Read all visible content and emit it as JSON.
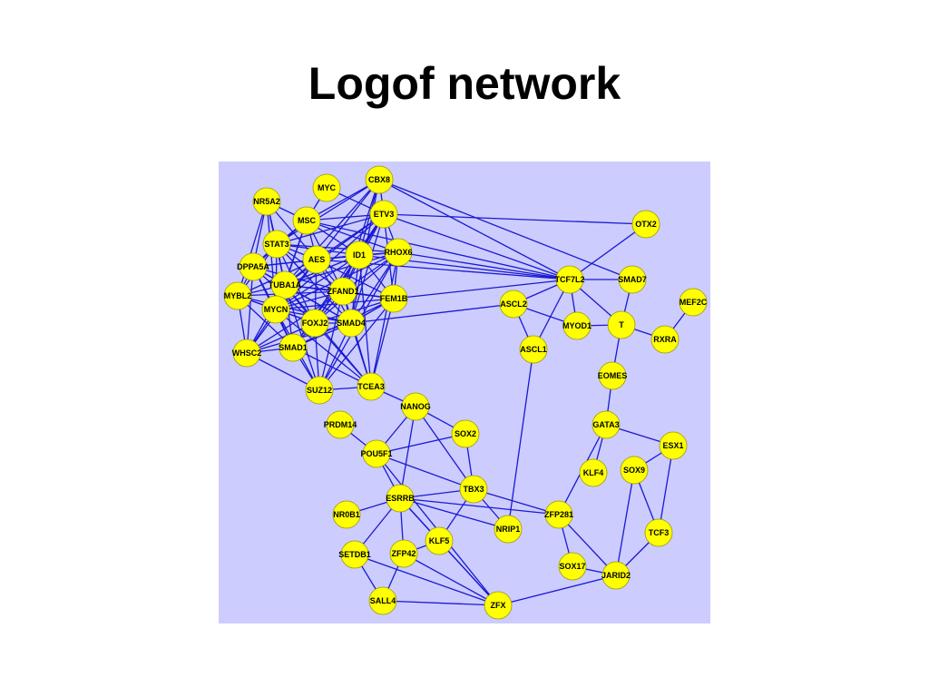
{
  "slide": {
    "title": "Logof network"
  },
  "colors": {
    "panel_background": "#ccccff",
    "edge": "#1a1ad0",
    "node_fill": "#ffff00"
  },
  "network": {
    "nodes": [
      "CBX8",
      "MYC",
      "NR5A2",
      "MSC",
      "ETV3",
      "STAT3",
      "AES",
      "ID1",
      "RHOX6",
      "DPPA5A",
      "TUBA1A",
      "ZFAND1",
      "MYBL2",
      "FEM1B",
      "MYCN",
      "FOXJ2",
      "SMAD4",
      "SMAD1",
      "WHSC2",
      "SUZ12",
      "TCEA3",
      "OTX2",
      "TCF7L2",
      "SMAD7",
      "MEF2C",
      "ASCL2",
      "MYOD1",
      "T",
      "RXRA",
      "ASCL1",
      "EOMES",
      "NANOG",
      "PRDM14",
      "SOX2",
      "GATA3",
      "ESX1",
      "POU5F1",
      "KLF4",
      "SOX9",
      "TBX3",
      "ESRRB",
      "NR0B1",
      "ZFP281",
      "NRIP1",
      "TCF3",
      "KLF5",
      "SETDB1",
      "ZFP42",
      "SOX17",
      "JARID2",
      "SALL4",
      "ZFX"
    ],
    "edges": [
      [
        "CBX8",
        "ETV3"
      ],
      [
        "CBX8",
        "MSC"
      ],
      [
        "CBX8",
        "AES"
      ],
      [
        "CBX8",
        "ID1"
      ],
      [
        "CBX8",
        "STAT3"
      ],
      [
        "CBX8",
        "ZFAND1"
      ],
      [
        "CBX8",
        "TCF7L2"
      ],
      [
        "CBX8",
        "SMAD7"
      ],
      [
        "CBX8",
        "TUBA1A"
      ],
      [
        "CBX8",
        "SMAD4"
      ],
      [
        "MYC",
        "MSC"
      ],
      [
        "MYC",
        "ETV3"
      ],
      [
        "NR5A2",
        "MSC"
      ],
      [
        "NR5A2",
        "STAT3"
      ],
      [
        "NR5A2",
        "DPPA5A"
      ],
      [
        "NR5A2",
        "MYBL2"
      ],
      [
        "NR5A2",
        "TUBA1A"
      ],
      [
        "NR5A2",
        "MYCN"
      ],
      [
        "NR5A2",
        "AES"
      ],
      [
        "MSC",
        "ETV3"
      ],
      [
        "MSC",
        "STAT3"
      ],
      [
        "MSC",
        "AES"
      ],
      [
        "MSC",
        "ID1"
      ],
      [
        "MSC",
        "DPPA5A"
      ],
      [
        "MSC",
        "TUBA1A"
      ],
      [
        "MSC",
        "MYCN"
      ],
      [
        "MSC",
        "RHOX6"
      ],
      [
        "MSC",
        "ZFAND1"
      ],
      [
        "MSC",
        "TCF7L2"
      ],
      [
        "ETV3",
        "OTX2"
      ],
      [
        "ETV3",
        "TCF7L2"
      ],
      [
        "ETV3",
        "RHOX6"
      ],
      [
        "ETV3",
        "ID1"
      ],
      [
        "ETV3",
        "AES"
      ],
      [
        "ETV3",
        "ZFAND1"
      ],
      [
        "ETV3",
        "TUBA1A"
      ],
      [
        "ETV3",
        "SMAD4"
      ],
      [
        "ETV3",
        "FOXJ2"
      ],
      [
        "ETV3",
        "MYCN"
      ],
      [
        "ETV3",
        "STAT3"
      ],
      [
        "ETV3",
        "SMAD1"
      ],
      [
        "ETV3",
        "FEM1B"
      ],
      [
        "STAT3",
        "AES"
      ],
      [
        "STAT3",
        "DPPA5A"
      ],
      [
        "STAT3",
        "TUBA1A"
      ],
      [
        "STAT3",
        "MYBL2"
      ],
      [
        "STAT3",
        "MYCN"
      ],
      [
        "STAT3",
        "ZFAND1"
      ],
      [
        "STAT3",
        "ID1"
      ],
      [
        "STAT3",
        "RHOX6"
      ],
      [
        "STAT3",
        "FOXJ2"
      ],
      [
        "STAT3",
        "SMAD4"
      ],
      [
        "AES",
        "ID1"
      ],
      [
        "AES",
        "RHOX6"
      ],
      [
        "AES",
        "TUBA1A"
      ],
      [
        "AES",
        "ZFAND1"
      ],
      [
        "AES",
        "MYCN"
      ],
      [
        "AES",
        "FOXJ2"
      ],
      [
        "AES",
        "SMAD4"
      ],
      [
        "AES",
        "DPPA5A"
      ],
      [
        "AES",
        "MYBL2"
      ],
      [
        "AES",
        "TCF7L2"
      ],
      [
        "AES",
        "FEM1B"
      ],
      [
        "AES",
        "WHSC2"
      ],
      [
        "ID1",
        "RHOX6"
      ],
      [
        "ID1",
        "ZFAND1"
      ],
      [
        "ID1",
        "TUBA1A"
      ],
      [
        "ID1",
        "FEM1B"
      ],
      [
        "ID1",
        "MYCN"
      ],
      [
        "ID1",
        "SMAD4"
      ],
      [
        "ID1",
        "FOXJ2"
      ],
      [
        "ID1",
        "TCF7L2"
      ],
      [
        "ID1",
        "SMAD1"
      ],
      [
        "ID1",
        "DPPA5A"
      ],
      [
        "ID1",
        "TCEA3"
      ],
      [
        "RHOX6",
        "TCF7L2"
      ],
      [
        "RHOX6",
        "ZFAND1"
      ],
      [
        "RHOX6",
        "FEM1B"
      ],
      [
        "RHOX6",
        "SMAD4"
      ],
      [
        "RHOX6",
        "TUBA1A"
      ],
      [
        "RHOX6",
        "FOXJ2"
      ],
      [
        "RHOX6",
        "MYCN"
      ],
      [
        "RHOX6",
        "SUZ12"
      ],
      [
        "RHOX6",
        "TCEA3"
      ],
      [
        "DPPA5A",
        "TUBA1A"
      ],
      [
        "DPPA5A",
        "MYBL2"
      ],
      [
        "DPPA5A",
        "MYCN"
      ],
      [
        "DPPA5A",
        "ZFAND1"
      ],
      [
        "DPPA5A",
        "WHSC2"
      ],
      [
        "DPPA5A",
        "SMAD1"
      ],
      [
        "DPPA5A",
        "FOXJ2"
      ],
      [
        "DPPA5A",
        "SMAD4"
      ],
      [
        "TUBA1A",
        "ZFAND1"
      ],
      [
        "TUBA1A",
        "MYBL2"
      ],
      [
        "TUBA1A",
        "MYCN"
      ],
      [
        "TUBA1A",
        "FOXJ2"
      ],
      [
        "TUBA1A",
        "SMAD4"
      ],
      [
        "TUBA1A",
        "SMAD1"
      ],
      [
        "TUBA1A",
        "WHSC2"
      ],
      [
        "TUBA1A",
        "FEM1B"
      ],
      [
        "TUBA1A",
        "SUZ12"
      ],
      [
        "TUBA1A",
        "TCEA3"
      ],
      [
        "ZFAND1",
        "FEM1B"
      ],
      [
        "ZFAND1",
        "MYCN"
      ],
      [
        "ZFAND1",
        "FOXJ2"
      ],
      [
        "ZFAND1",
        "SMAD4"
      ],
      [
        "ZFAND1",
        "SMAD1"
      ],
      [
        "ZFAND1",
        "MYBL2"
      ],
      [
        "ZFAND1",
        "WHSC2"
      ],
      [
        "ZFAND1",
        "SUZ12"
      ],
      [
        "ZFAND1",
        "TCEA3"
      ],
      [
        "MYBL2",
        "MYCN"
      ],
      [
        "MYBL2",
        "WHSC2"
      ],
      [
        "MYBL2",
        "SMAD1"
      ],
      [
        "MYBL2",
        "FOXJ2"
      ],
      [
        "MYBL2",
        "SMAD4"
      ],
      [
        "FEM1B",
        "SMAD4"
      ],
      [
        "FEM1B",
        "FOXJ2"
      ],
      [
        "FEM1B",
        "TCEA3"
      ],
      [
        "FEM1B",
        "SUZ12"
      ],
      [
        "FEM1B",
        "MYCN"
      ],
      [
        "FEM1B",
        "SMAD1"
      ],
      [
        "FEM1B",
        "TCF7L2"
      ],
      [
        "MYCN",
        "FOXJ2"
      ],
      [
        "MYCN",
        "SMAD4"
      ],
      [
        "MYCN",
        "SMAD1"
      ],
      [
        "MYCN",
        "WHSC2"
      ],
      [
        "MYCN",
        "SUZ12"
      ],
      [
        "MYCN",
        "TCEA3"
      ],
      [
        "FOXJ2",
        "SMAD4"
      ],
      [
        "FOXJ2",
        "SMAD1"
      ],
      [
        "FOXJ2",
        "WHSC2"
      ],
      [
        "FOXJ2",
        "SUZ12"
      ],
      [
        "FOXJ2",
        "TCEA3"
      ],
      [
        "SMAD4",
        "SMAD1"
      ],
      [
        "SMAD4",
        "WHSC2"
      ],
      [
        "SMAD4",
        "SUZ12"
      ],
      [
        "SMAD4",
        "TCEA3"
      ],
      [
        "SMAD4",
        "ASCL2"
      ],
      [
        "SMAD1",
        "WHSC2"
      ],
      [
        "SMAD1",
        "SUZ12"
      ],
      [
        "SMAD1",
        "TCEA3"
      ],
      [
        "WHSC2",
        "SUZ12"
      ],
      [
        "SUZ12",
        "TCEA3"
      ],
      [
        "OTX2",
        "TCF7L2"
      ],
      [
        "TCF7L2",
        "SMAD7"
      ],
      [
        "TCF7L2",
        "ASCL2"
      ],
      [
        "TCF7L2",
        "MYOD1"
      ],
      [
        "TCF7L2",
        "ASCL1"
      ],
      [
        "TCF7L2",
        "T"
      ],
      [
        "SMAD7",
        "T"
      ],
      [
        "T",
        "MYOD1"
      ],
      [
        "T",
        "RXRA"
      ],
      [
        "T",
        "EOMES"
      ],
      [
        "RXRA",
        "MEF2C"
      ],
      [
        "ASCL2",
        "ASCL1"
      ],
      [
        "ASCL2",
        "MYOD1"
      ],
      [
        "ASCL1",
        "NRIP1"
      ],
      [
        "EOMES",
        "GATA3"
      ],
      [
        "GATA3",
        "ESX1"
      ],
      [
        "GATA3",
        "KLF4"
      ],
      [
        "GATA3",
        "ZFP281"
      ],
      [
        "ESX1",
        "SOX9"
      ],
      [
        "ESX1",
        "TCF3"
      ],
      [
        "SOX9",
        "TCF3"
      ],
      [
        "SOX9",
        "JARID2"
      ],
      [
        "TCF3",
        "JARID2"
      ],
      [
        "TCEA3",
        "NANOG"
      ],
      [
        "NANOG",
        "SOX2"
      ],
      [
        "NANOG",
        "POU5F1"
      ],
      [
        "NANOG",
        "ESRRB"
      ],
      [
        "NANOG",
        "TBX3"
      ],
      [
        "SOX2",
        "POU5F1"
      ],
      [
        "SOX2",
        "TBX3"
      ],
      [
        "PRDM14",
        "POU5F1"
      ],
      [
        "POU5F1",
        "ESRRB"
      ],
      [
        "POU5F1",
        "TBX3"
      ],
      [
        "POU5F1",
        "ZFX"
      ],
      [
        "TBX3",
        "ESRRB"
      ],
      [
        "TBX3",
        "KLF5"
      ],
      [
        "TBX3",
        "ZFP281"
      ],
      [
        "TBX3",
        "NRIP1"
      ],
      [
        "ESRRB",
        "NR0B1"
      ],
      [
        "ESRRB",
        "SETDB1"
      ],
      [
        "ESRRB",
        "ZFP42"
      ],
      [
        "ESRRB",
        "KLF5"
      ],
      [
        "ESRRB",
        "ZFP281"
      ],
      [
        "ESRRB",
        "NRIP1"
      ],
      [
        "ESRRB",
        "ZFX"
      ],
      [
        "ZFP281",
        "SOX17"
      ],
      [
        "ZFP281",
        "JARID2"
      ],
      [
        "SOX17",
        "JARID2"
      ],
      [
        "JARID2",
        "ZFX"
      ],
      [
        "KLF5",
        "ZFP42"
      ],
      [
        "KLF5",
        "ZFX"
      ],
      [
        "SETDB1",
        "SALL4"
      ],
      [
        "SETDB1",
        "ZFX"
      ],
      [
        "ZFP42",
        "SALL4"
      ],
      [
        "ZFP42",
        "ZFX"
      ],
      [
        "SALL4",
        "ZFX"
      ]
    ]
  }
}
